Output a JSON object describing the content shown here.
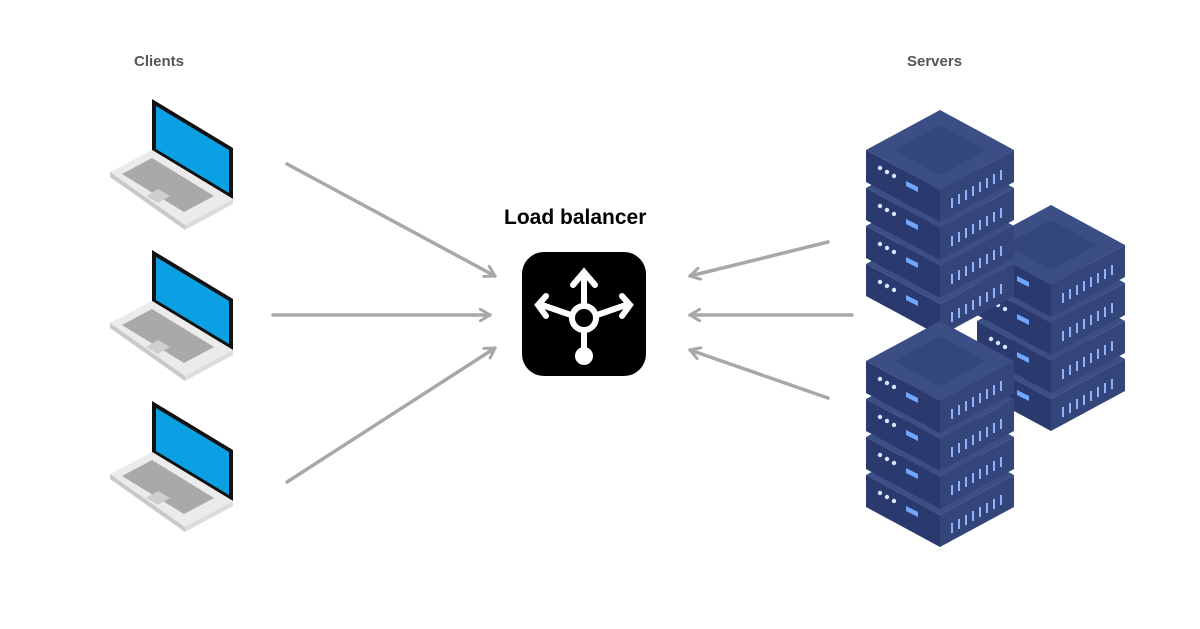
{
  "diagram": {
    "left_group_label": "Clients",
    "right_group_label": "Servers",
    "center_label": "Load balancer"
  },
  "icons": {
    "client": "laptop-icon",
    "server": "server-rack-icon",
    "balancer": "split-arrows-icon"
  },
  "colors": {
    "laptop_screen": "#0aa0e3",
    "laptop_body": "#e9e9e9",
    "server_top": "#3b4f86",
    "server_side": "#2a3a6e",
    "server_light": "#6fa6ff",
    "arrow": "#a8a8a8",
    "balancer_bg": "#000000"
  }
}
